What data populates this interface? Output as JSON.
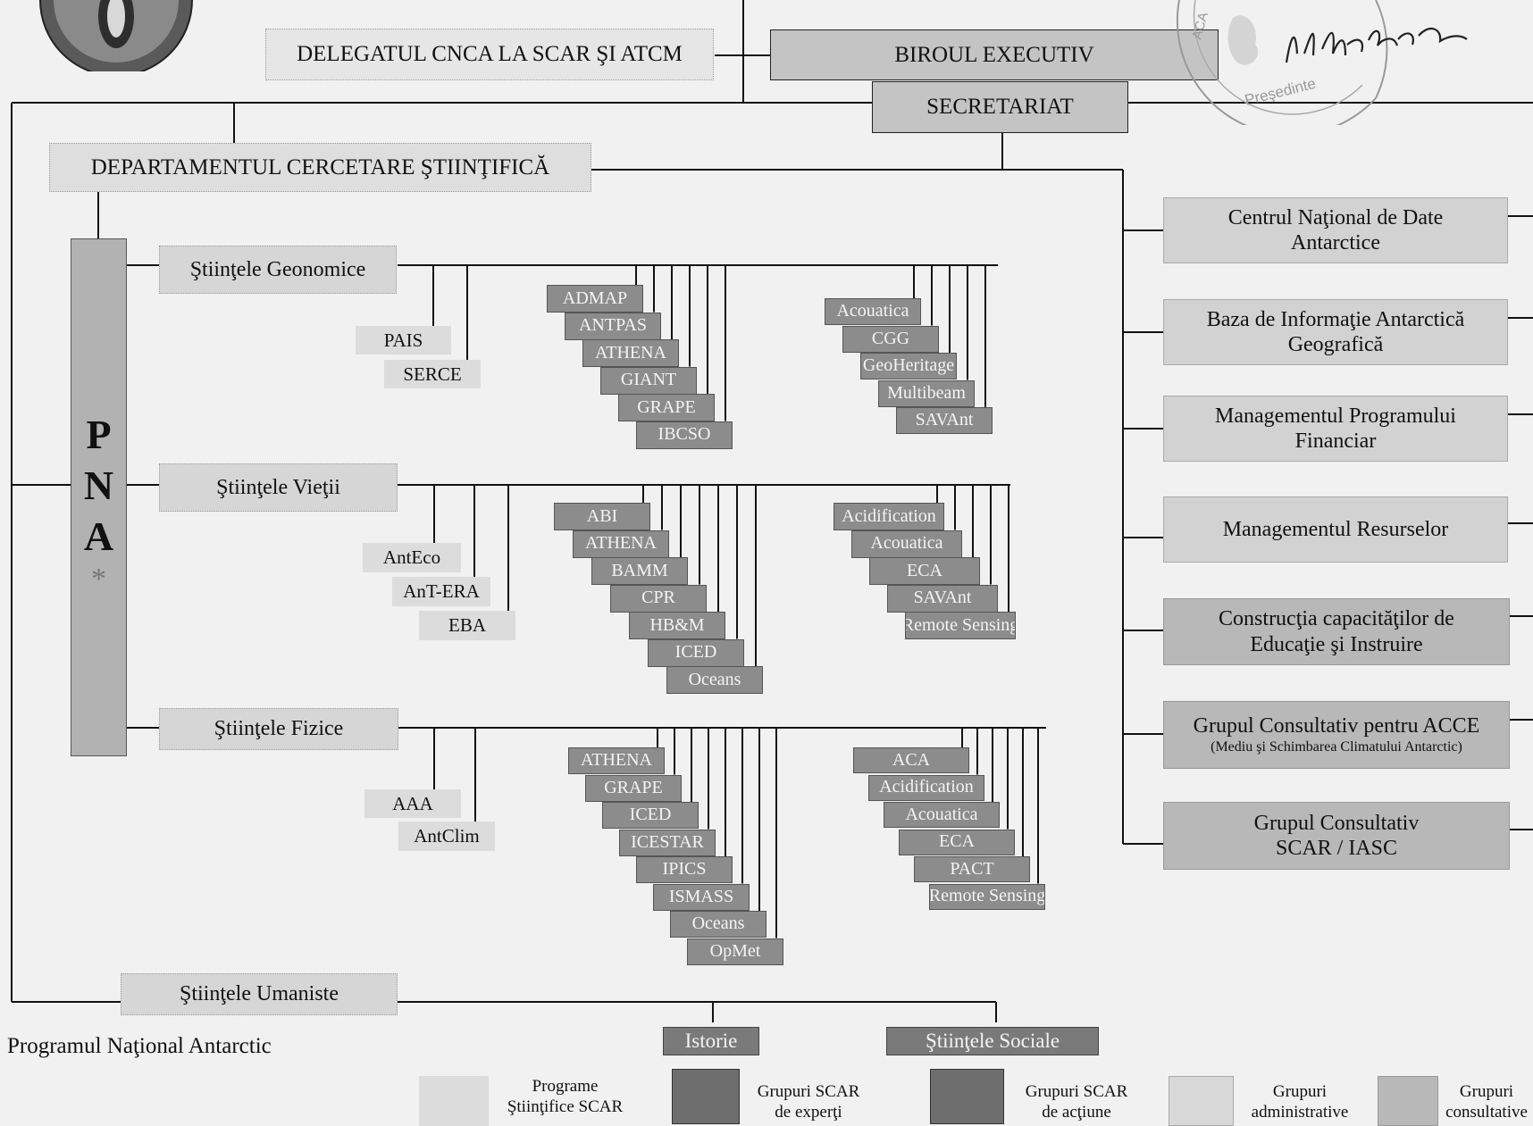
{
  "top": {
    "delegate": "DELEGATUL CNCA LA SCAR ŞI ATCM",
    "executive_bureau": "BIROUL EXECUTIV",
    "secretariat": "SECRETARIAT",
    "research_department": "DEPARTAMENTUL CERCETARE  ŞTIINŢIFICĂ"
  },
  "pna": {
    "letters": [
      "P",
      "N",
      "A"
    ],
    "mark": "*"
  },
  "domains": {
    "geo": {
      "label": "Ştiinţele Geonomice",
      "programs": [
        "PAIS",
        "SERCE"
      ],
      "expert_groups": [
        "ADMAP",
        "ANTPAS",
        "ATHENA",
        "GIANT",
        "GRAPE",
        "IBCSO"
      ],
      "action_groups": [
        "Acouatica",
        "CGG",
        "GeoHeritage",
        "Multibeam",
        "SAVAnt"
      ]
    },
    "life": {
      "label": "Ştiinţele Vieţii",
      "programs": [
        "AntEco",
        "AnT-ERA",
        "EBA"
      ],
      "expert_groups": [
        "ABI",
        "ATHENA",
        "BAMM",
        "CPR",
        "HB&M",
        "ICED",
        "Oceans"
      ],
      "action_groups": [
        "Acidification",
        "Acouatica",
        "ECA",
        "SAVAnt",
        "Remote Sensing"
      ]
    },
    "phys": {
      "label": "Ştiinţele Fizice",
      "programs": [
        "AAA",
        "AntClim"
      ],
      "expert_groups": [
        "ATHENA",
        "GRAPE",
        "ICED",
        "ICESTAR",
        "IPICS",
        "ISMASS",
        "Oceans",
        "OpMet"
      ],
      "action_groups": [
        "ACA",
        "Acidification",
        "Acouatica",
        "ECA",
        "PACT",
        "Remote Sensing"
      ]
    },
    "hum": {
      "label": "Ştiinţele Umaniste",
      "action_groups": [
        "Istorie",
        "Ştiinţele Sociale"
      ]
    }
  },
  "admin_groups": [
    [
      "Centrul Naţional de Date",
      "Antarctice"
    ],
    [
      "Baza de Informaţie Antarctică",
      "Geografică"
    ],
    [
      "Managementul Programului",
      "Financiar"
    ],
    [
      "Managementul Resurselor"
    ]
  ],
  "consultative_groups": [
    {
      "lines": [
        "Construcţia capacităţilor de",
        "Educaţie şi Instruire"
      ]
    },
    {
      "lines": [
        "Grupul Consultativ pentru ACCE"
      ],
      "note": "(Mediu şi Schimbarea Climatului Antarctic)"
    },
    {
      "lines": [
        "Grupul Consultativ",
        "SCAR / IASC"
      ]
    }
  ],
  "footer": {
    "pna_full": "Programul Naţional Antarctic"
  },
  "legend": [
    {
      "lines": [
        "Programe",
        "Ştiinţifice SCAR"
      ],
      "color": "#dcdcdc"
    },
    {
      "lines": [
        "Grupuri SCAR",
        "de experţi"
      ],
      "color": "#6e6e6e"
    },
    {
      "lines": [
        "Grupuri SCAR",
        "de acţiune"
      ],
      "color": "#6e6e6e"
    },
    {
      "lines": [
        "Grupuri",
        "administrative"
      ],
      "color": "#d8d8d8"
    },
    {
      "lines": [
        "Grupuri",
        "consultative"
      ],
      "color": "#b8b8b8"
    }
  ],
  "stamp": {
    "text_a": "ACA",
    "text_b": "Preşedinte"
  }
}
